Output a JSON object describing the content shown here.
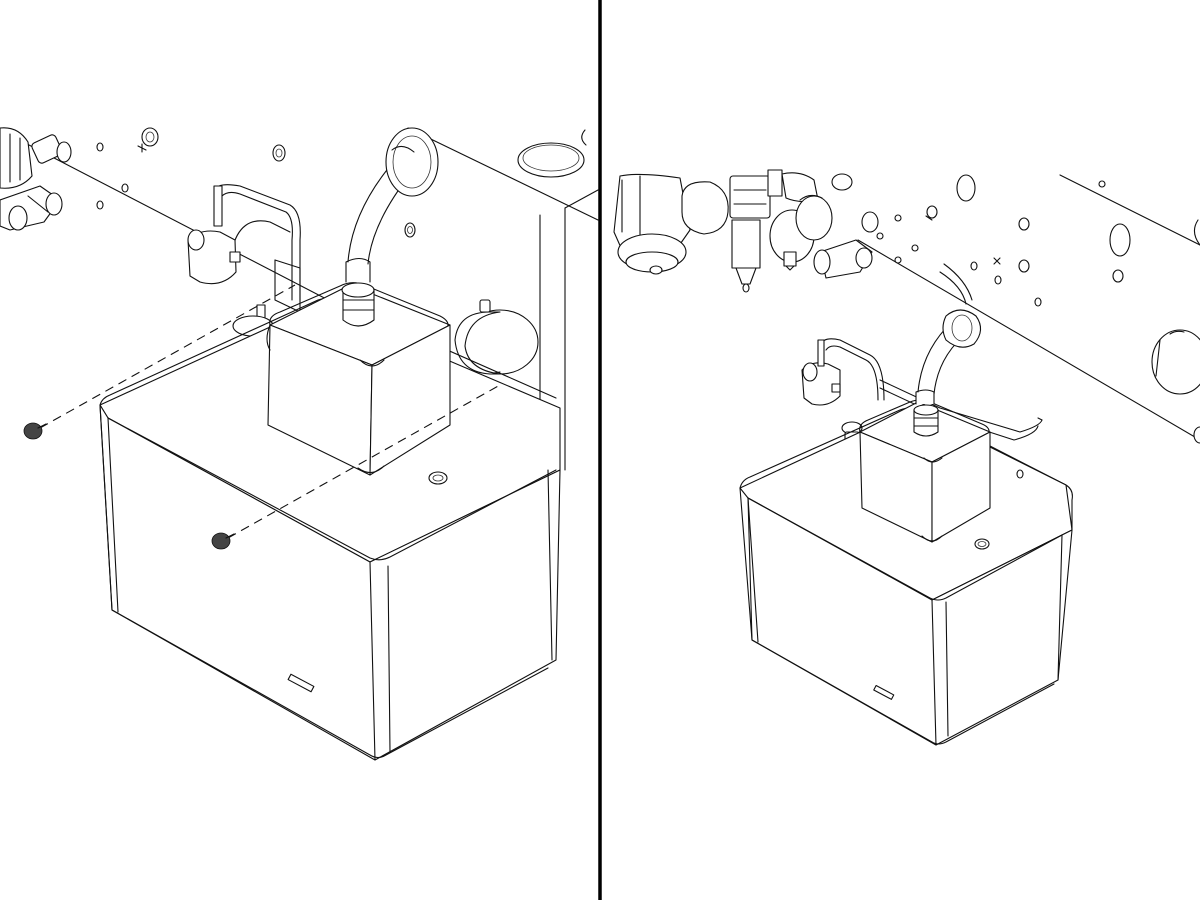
{
  "figure": {
    "panels": [
      {
        "id": "left",
        "step": "remove-screws"
      },
      {
        "id": "right",
        "step": "reservoir-installed"
      }
    ],
    "colors": {
      "line": "#111111",
      "background": "#ffffff",
      "divider": "#000000"
    }
  }
}
